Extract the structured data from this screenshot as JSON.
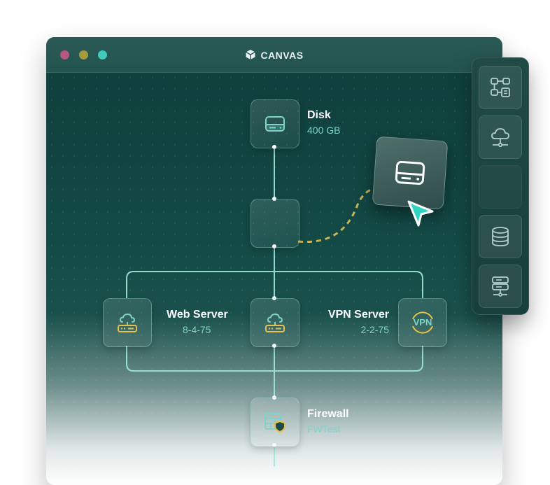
{
  "window": {
    "title": "CANVAS"
  },
  "nodes": {
    "disk": {
      "label": "Disk",
      "detail": "400 GB"
    },
    "web_server": {
      "label": "Web Server",
      "detail": "8-4-75"
    },
    "vpn_server": {
      "label": "VPN Server",
      "detail": "2-2-75",
      "icon_text": "VPN"
    },
    "firewall": {
      "label": "Firewall",
      "detail": "FWTest"
    }
  },
  "toolbar": {
    "tools": [
      "flowchart-icon",
      "cloud-network-icon",
      "empty-slot",
      "database-icon",
      "server-rack-icon"
    ]
  },
  "colors": {
    "canvas_bg": "#134a46",
    "wire": "#9fe8dc",
    "accent_teal": "#3fcabb",
    "accent_yellow": "#e6c04a",
    "drag_path": "#c9b458"
  }
}
